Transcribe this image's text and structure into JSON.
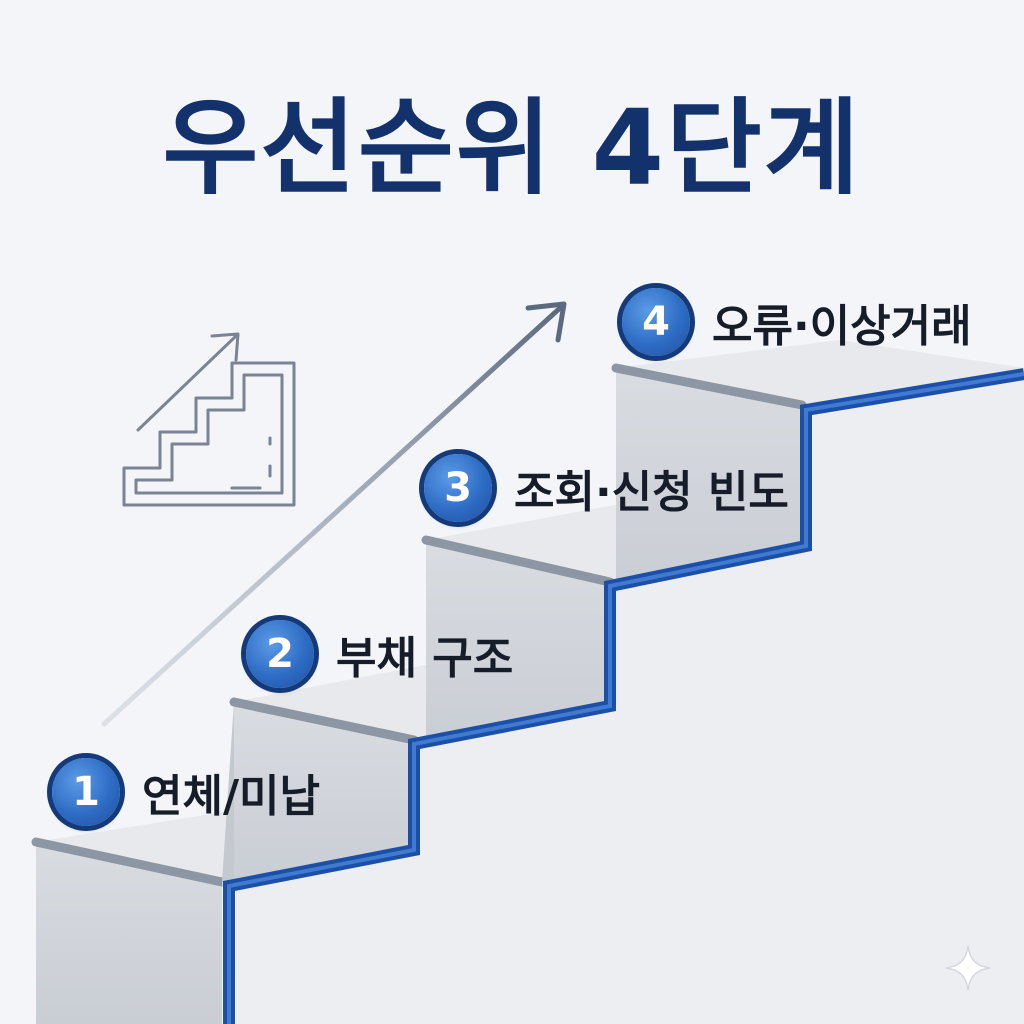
{
  "title": "우선순위 4단계",
  "steps": [
    {
      "number": "1",
      "label": "연체/미납"
    },
    {
      "number": "2",
      "label": "부채 구조"
    },
    {
      "number": "3",
      "label": "조회·신청 빈도"
    },
    {
      "number": "4",
      "label": "오류·이상거래"
    }
  ],
  "colors": {
    "title": "#13326b",
    "accent": "#3a78d4",
    "badge": "#2e6cc4",
    "badge_ring": "#143a7a",
    "step_face": "#d3d6dc",
    "step_top": "#e8eaee",
    "background": "#f3f5f8"
  },
  "icons": [
    "staircase-arrow-icon",
    "sparkle-icon"
  ]
}
